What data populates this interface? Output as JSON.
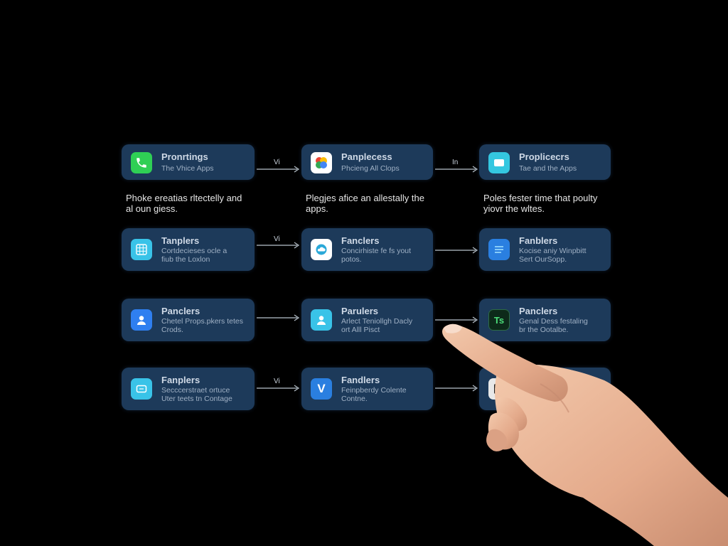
{
  "row1": {
    "card1": {
      "title": "Pronrtings",
      "subtitle": "The Vhice Apps",
      "icon": "phone-icon",
      "color": "#2fcf55"
    },
    "arrow1_label": "Vi",
    "card2": {
      "title": "Panplecess",
      "subtitle": "Phcieng All Clops",
      "icon": "photos-icon",
      "color": "#ffffff"
    },
    "arrow2_label": "In",
    "card3": {
      "title": "Proplicecrs",
      "subtitle": "Tae and the Apps",
      "icon": "messages-icon",
      "color": "#34c7e0"
    }
  },
  "captions": {
    "c1": "Phoke ereatias rltectelly and\nal oun giess.",
    "c2": "Plegjes afice an allestally the\napps.",
    "c3": "Poles fester time that poulty\nyiovr the wltes."
  },
  "row2": {
    "card1": {
      "title": "Tanplers",
      "subtitle": "Cortdecieses ocle a\nfiub the Loxlon",
      "icon": "calendar-grid-icon",
      "color": "#39c3e8"
    },
    "arrow1_label": "Vi",
    "card2": {
      "title": "Fanclers",
      "subtitle": "Concirhiste fe fs yout\npotos.",
      "icon": "cloud-icon",
      "color": "#ffffff"
    },
    "card3": {
      "title": "Fanblers",
      "subtitle": "Kocise aniy Winpbitt\nSert OurSopp.",
      "icon": "lines-icon",
      "color": "#2a7fe0"
    }
  },
  "row3": {
    "card1": {
      "title": "Panclers",
      "subtitle": "Chetel Props.pkers tetes\nCrods.",
      "icon": "contact-icon",
      "color": "#2f7ff0"
    },
    "card2": {
      "title": "Parulers",
      "subtitle": "Arlect Teniollgh Dacly\nort Alll Pisct",
      "icon": "contact-icon",
      "color": "#39c3e8"
    },
    "card3": {
      "title": "Panclers",
      "subtitle": "Genal Dess festaling\nbr the Ootalbe.",
      "icon": "terminal-icon",
      "color": "#0d2a1a",
      "icon_text": "Ts"
    }
  },
  "row4": {
    "card1": {
      "title": "Fanplers",
      "subtitle": "Secccerstraet ortuce\nUter teets tn Contage",
      "icon": "screen-icon",
      "color": "#39c3e8"
    },
    "arrow1_label": "Vi",
    "card2": {
      "title": "Fandlers",
      "subtitle": "Feinpberdy Colente\nContne.",
      "icon": "v-logo-icon",
      "color": "#2a7fe0",
      "icon_text": "V"
    },
    "card3": {
      "title": "",
      "subtitle": "",
      "icon": "grid-app-icon",
      "color": "#e8e8e8"
    }
  },
  "colors": {
    "background": "#000000",
    "card": "#1d3a5a",
    "title": "#cfd9e6",
    "subtitle": "#9fb0c4",
    "arrow": "#b8c2cc"
  }
}
